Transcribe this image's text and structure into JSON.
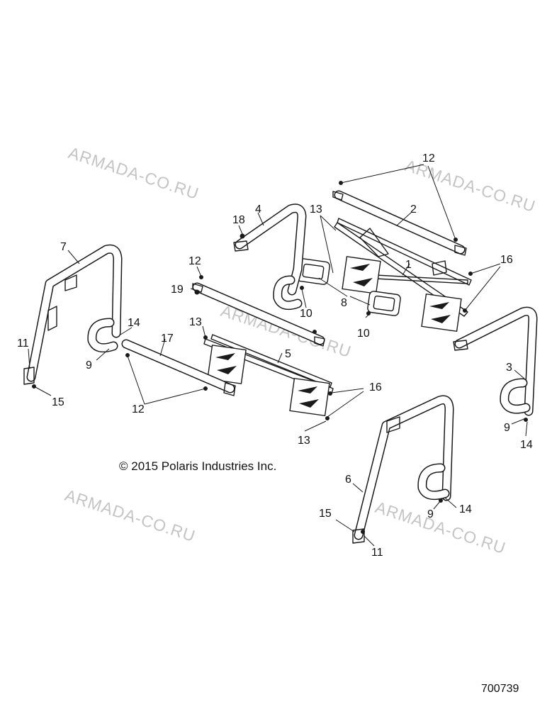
{
  "watermark": "ARMADA-CO.RU",
  "copyright": "© 2015 Polaris Industries Inc.",
  "diagram_number": "700739",
  "callouts": {
    "c1": "1",
    "c2": "2",
    "c3": "3",
    "c4": "4",
    "c5": "5",
    "c6": "6",
    "c7": "7",
    "c8": "8",
    "c9": "9",
    "c10": "10",
    "c11": "11",
    "c12": "12",
    "c13": "13",
    "c14": "14",
    "c15": "15",
    "c16": "16",
    "c17": "17",
    "c18": "18",
    "c19": "19"
  }
}
